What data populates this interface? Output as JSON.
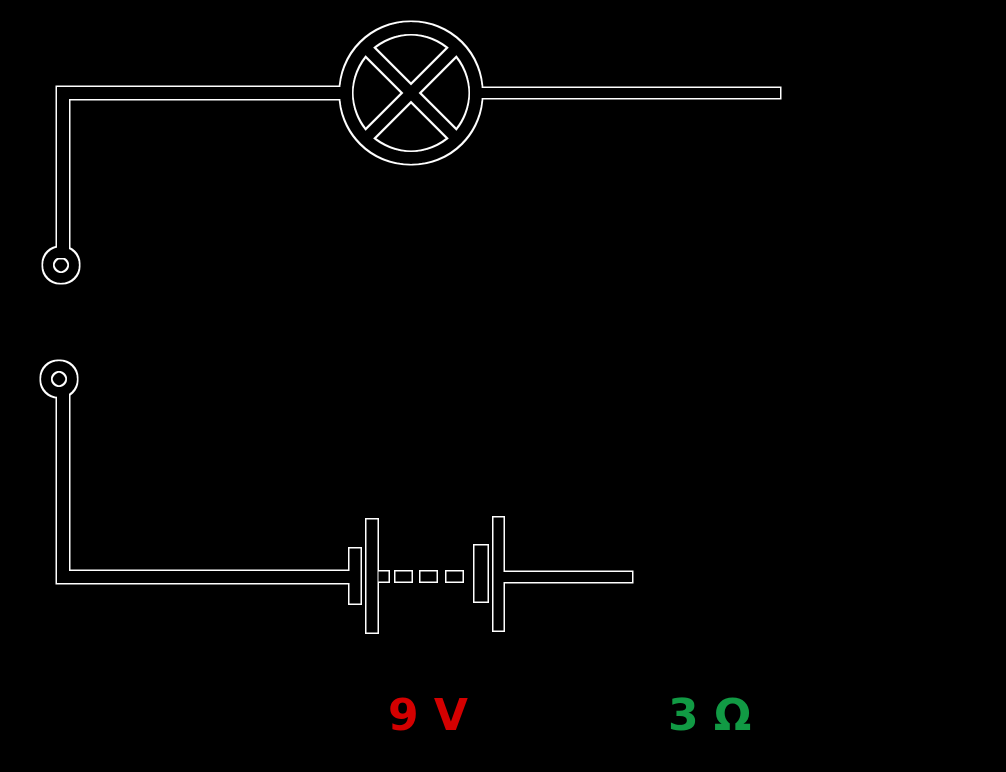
{
  "diagram": {
    "type": "circuit",
    "components": [
      {
        "id": "lamp",
        "kind": "lamp",
        "symbol": "circle-with-x"
      },
      {
        "id": "switch",
        "kind": "switch",
        "state": "open",
        "terminals": 2
      },
      {
        "id": "battery",
        "kind": "battery",
        "cells": 2,
        "connection": "dashed-multi-cell"
      }
    ],
    "open_ends": [
      "lamp-right-wire",
      "battery-right-wire"
    ]
  },
  "labels": {
    "voltage": "9 V",
    "resistance": "3 Ω"
  },
  "colors": {
    "background": "#000000",
    "wire": "#000000",
    "wire_halo": "#ffffff",
    "voltage": "#d40000",
    "resistance": "#119a44"
  }
}
